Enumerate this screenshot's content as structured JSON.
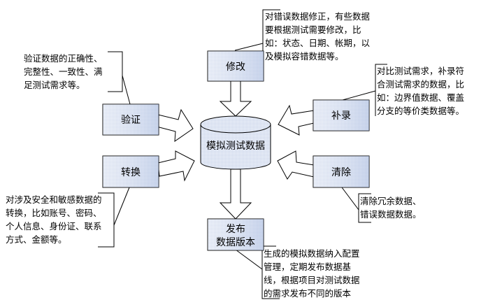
{
  "diagram": {
    "center": {
      "label": "模拟测试数据",
      "shape": "cylinder"
    },
    "nodes": {
      "modify": {
        "label": "修改"
      },
      "verify": {
        "label": "验证"
      },
      "supplement": {
        "label": "补录"
      },
      "convert": {
        "label": "转换"
      },
      "clean": {
        "label": "清除"
      },
      "publish": {
        "line1": "发布",
        "line2": "数据版本"
      }
    },
    "notes": {
      "modify": [
        "对错误数据修正，有些数据",
        "要根据测试需要修改，比",
        "如：状态、日期、帐期，以",
        "及模拟容错数据等。"
      ],
      "verify": [
        "验证数据的正确性、",
        "完整性、一致性、满",
        "足测试需求等。"
      ],
      "supplement": [
        "对比测试需求，补录符",
        "合测试需求的数据，比",
        "如：边界值数据、覆盖",
        "分支的等价类数据等。"
      ],
      "convert": [
        "对涉及安全和敏感数据的",
        "转换，比如账号、密码、",
        "个人信息、身份证、联系",
        "方式、金额等。"
      ],
      "clean": [
        "清除冗余数据、",
        "错误数据数据。"
      ],
      "publish": [
        "生成的模拟数据纳入配置",
        "管理，定期发布数据基",
        "线，根据项目对测试数据",
        "的需求发布不同的版本"
      ]
    },
    "edges": [
      {
        "from": "modify",
        "to": "center"
      },
      {
        "from": "verify",
        "to": "center"
      },
      {
        "from": "convert",
        "to": "center"
      },
      {
        "from": "supplement",
        "to": "center"
      },
      {
        "from": "clean",
        "to": "center"
      },
      {
        "from": "center",
        "to": "publish"
      }
    ],
    "colors": {
      "box_fill": "#d6dff0",
      "box_fill_light": "#eef2fa",
      "stroke": "#000000",
      "background": "#ffffff"
    }
  }
}
